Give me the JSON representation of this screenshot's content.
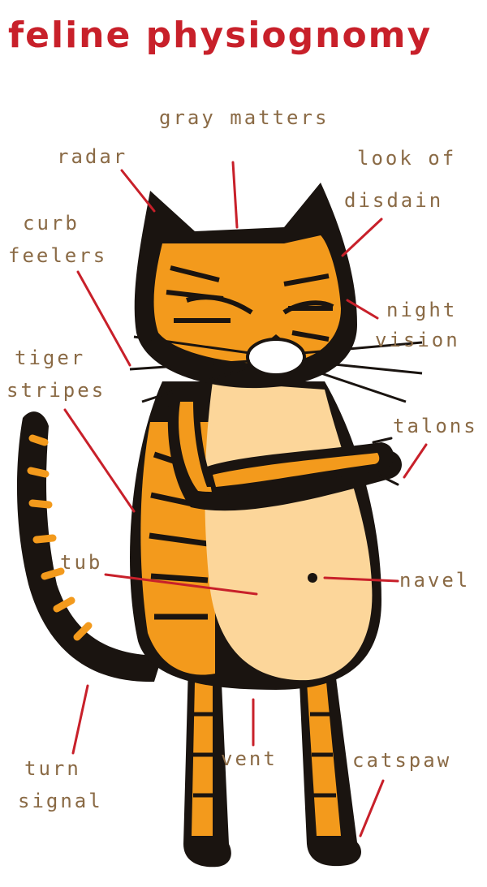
{
  "title": "feline physiognomy",
  "colors": {
    "title": "#c8202a",
    "label": "#8a6a45",
    "leader": "#c8202a",
    "fur_orange": "#f39a1c",
    "stripe_black": "#1a1410",
    "belly": "#fcd69a"
  },
  "labels": {
    "gray_matters": "gray matters",
    "radar": "radar",
    "look_of_disdain_1": "look of",
    "look_of_disdain_2": "disdain",
    "curb_feelers_1": "curb",
    "curb_feelers_2": "feelers",
    "night_vision_1": "night",
    "night_vision_2": "vision",
    "tiger_stripes_1": "tiger",
    "tiger_stripes_2": "stripes",
    "talons": "talons",
    "tub": "tub",
    "navel": "navel",
    "turn_signal_1": "turn",
    "turn_signal_2": "signal",
    "vent": "vent",
    "catspaw": "catspaw"
  }
}
